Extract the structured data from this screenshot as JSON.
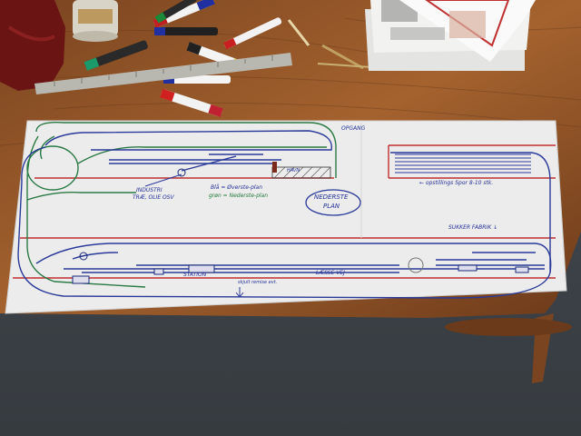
{
  "labels": {
    "top_center": "OPGANG",
    "industri_1": "INDUSTRI",
    "industri_2": "TRÆ, OLIE OSV",
    "legend_blue": "Blå = Øverste-plan",
    "legend_green": "grøn = Nederste-plan",
    "havn": "HAVN",
    "level_1": "NEDERSTE",
    "level_2": "PLAN",
    "opstilling": "← opstillings Spor 8-10 stk.",
    "sukker": "SUKKER FABRIK ↓",
    "station": "STATION",
    "laesse": "LÆSSE VEJ",
    "skjult": "skjult remise evt."
  },
  "colors": {
    "table_wood": "#9a5a28",
    "board": "#eeeeee",
    "track_blue": "#2a3a9a",
    "track_green": "#2a7a44",
    "line_red": "#c03030",
    "carpet": "#3c4248"
  }
}
